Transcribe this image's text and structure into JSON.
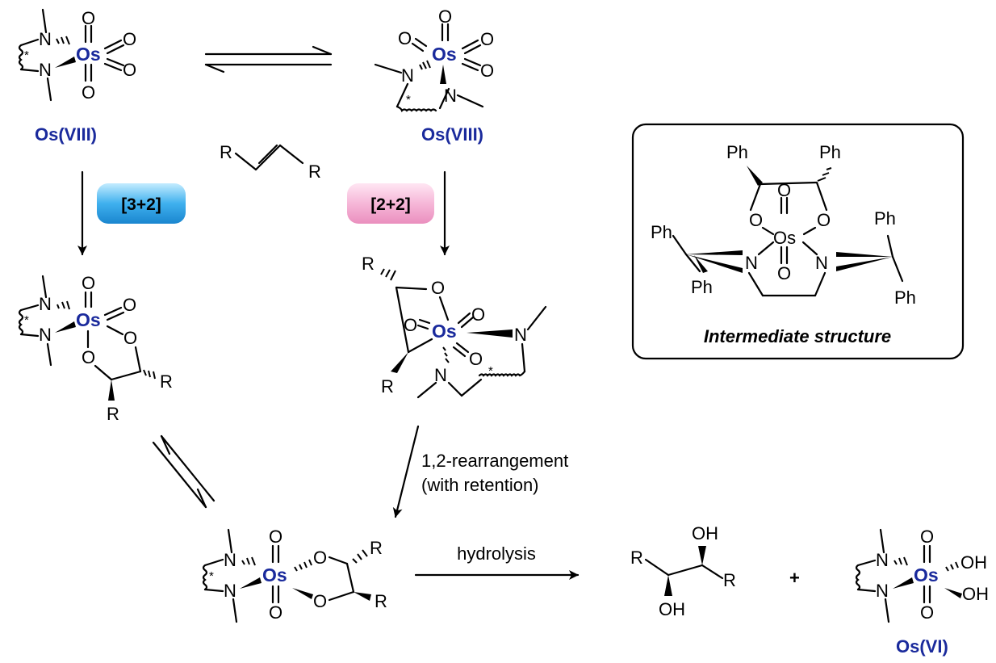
{
  "labels": {
    "os_viii_left": "Os(VIII)",
    "os_viii_right": "Os(VIII)",
    "os_vi": "Os(VI)",
    "cyclo_32": "[3+2]",
    "cyclo_22": "[2+2]",
    "rearrangement_line1": "1,2-rearrangement",
    "rearrangement_line2": "(with retention)",
    "hydrolysis": "hydrolysis",
    "plus": "+",
    "intermediate_caption": "Intermediate structure"
  },
  "atoms": {
    "osmium": "Os",
    "nitrogen": "N",
    "oxygen": "O",
    "r_group": "R",
    "phenyl": "Ph",
    "hydroxyl": "OH",
    "stereo_star": "*"
  },
  "colors": {
    "osmium_blue": "#1a2a9c",
    "pill_blue": "#3fb0ee",
    "pill_pink": "#f6b7d8"
  }
}
